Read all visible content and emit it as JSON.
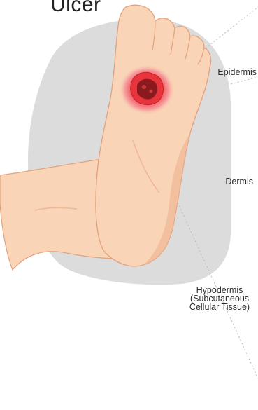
{
  "title": "Ulcer",
  "labels": {
    "epidermis": "Epidermis",
    "dermis": "Dermis",
    "hypodermis_line1": "Hypodermis",
    "hypodermis_line2": "(Subcutaneous",
    "hypodermis_line3": "Cellular Tissue)"
  },
  "colors": {
    "skin": "#f9d4b6",
    "skin_shadow": "#efb896",
    "skin_outline": "#e2a27d",
    "backdrop": "#dcdcdc",
    "ulcer_glow": "#f7a0a0",
    "ulcer_red": "#e8343c",
    "ulcer_core": "#8a1a1e",
    "leader_line": "#b8b8b8"
  }
}
